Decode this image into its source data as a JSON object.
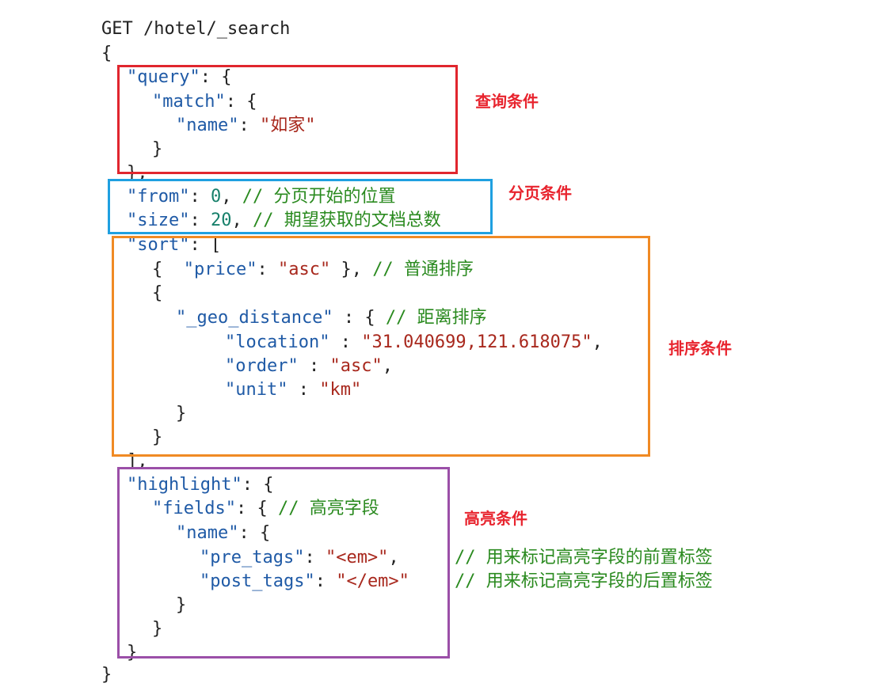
{
  "request": {
    "method": "GET",
    "path": "/hotel/_search"
  },
  "brace_open": "{",
  "brace_close": "}",
  "query": {
    "key": "\"query\"",
    "sep": ": {",
    "match_key": "\"match\"",
    "match_sep": ": {",
    "name_key": "\"name\"",
    "name_sep": ": ",
    "name_value": "\"如家\"",
    "close_inner": "}",
    "close_outer": "},"
  },
  "paging": {
    "from_key": "\"from\"",
    "from_sep": ": ",
    "from_value": "0",
    "from_tail": ", ",
    "from_comment": "// 分页开始的位置",
    "size_key": "\"size\"",
    "size_sep": ": ",
    "size_value": "20",
    "size_tail": ", ",
    "size_comment": "// 期望获取的文档总数"
  },
  "sort": {
    "key": "\"sort\"",
    "sep": ": [",
    "price_open": "{  ",
    "price_key": "\"price\"",
    "price_sep": ": ",
    "price_value": "\"asc\"",
    "price_close": " }, ",
    "price_comment": "// 普通排序",
    "geo_open": "{",
    "geo_key": "\"_geo_distance\"",
    "geo_sep": " : { ",
    "geo_comment": "// 距离排序",
    "location_key": "\"location\"",
    "location_sep": " : ",
    "location_value": "\"31.040699,121.618075\"",
    "location_tail": ",",
    "order_key": "\"order\"",
    "order_sep": " : ",
    "order_value": "\"asc\"",
    "order_tail": ",",
    "unit_key": "\"unit\"",
    "unit_sep": " : ",
    "unit_value": "\"km\"",
    "geo_close": "}",
    "item_close": "}",
    "array_close": "],"
  },
  "highlight": {
    "key": "\"highlight\"",
    "sep": ": {",
    "fields_key": "\"fields\"",
    "fields_sep": ": { ",
    "fields_comment": "// 高亮字段",
    "name_key": "\"name\"",
    "name_sep": ": {",
    "pre_key": "\"pre_tags\"",
    "pre_sep": ": ",
    "pre_value": "\"<em>\"",
    "pre_tail": ",",
    "pre_comment": "// 用来标记高亮字段的前置标签",
    "post_key": "\"post_tags\"",
    "post_sep": ": ",
    "post_value": "\"</em>\"",
    "post_comment": "// 用来标记高亮字段的后置标签",
    "close_name": "}",
    "close_fields": "}",
    "close_highlight": "}"
  },
  "annotations": {
    "query_label": "查询条件",
    "paging_label": "分页条件",
    "sort_label": "排序条件",
    "highlight_label": "高亮条件"
  },
  "colors": {
    "query_box": "#e0262e",
    "paging_box": "#1fa0e0",
    "sort_box": "#f08a24",
    "highlight_box": "#9b4fa8",
    "label": "#e8242e"
  }
}
